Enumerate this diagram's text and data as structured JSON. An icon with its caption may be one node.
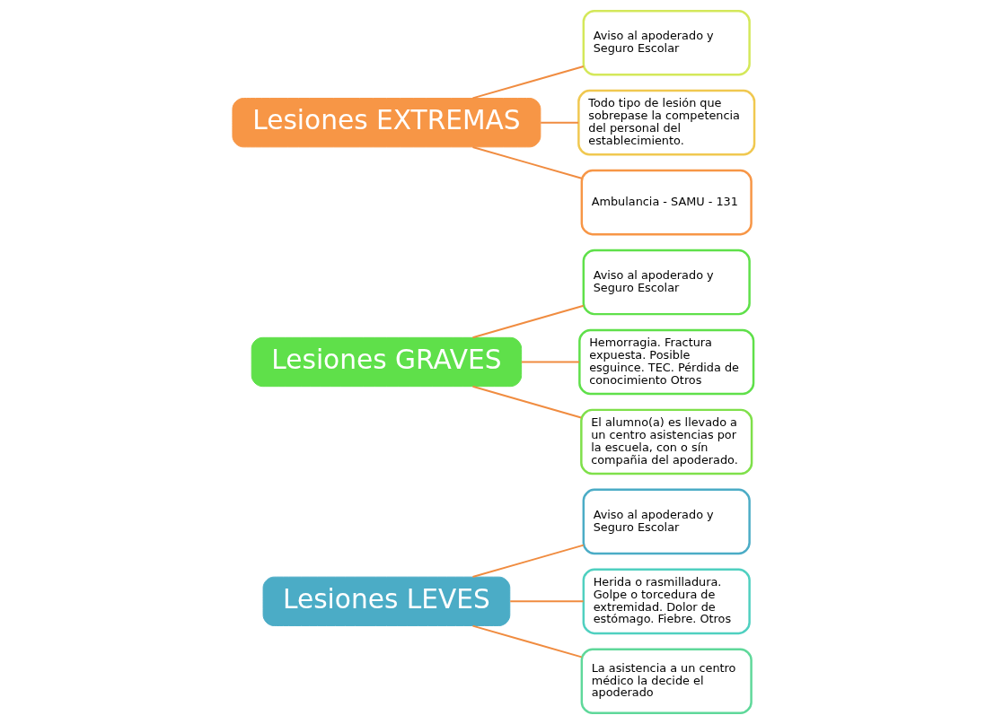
{
  "diagram": {
    "nodes": [
      {
        "text": [
          "Lesiones LEVES"
        ]
      },
      {
        "text": [
          "Aviso al apoderado y Seguro Escolar"
        ]
      },
      {
        "text": [
          "Herida o rasmilladura. Golpe o torcedura de extremidad. Dolor de estómago. Fiebre. Otros"
        ]
      },
      {
        "text": [
          "La asistencia a un centro médico la decide el apoderado"
        ]
      },
      {
        "text": [
          "Lesiones GRAVES"
        ]
      },
      {
        "text": [
          "Aviso al apoderado y Seguro Escolar"
        ]
      },
      {
        "text": [
          "Hemorragia. Fractura expuesta. Posible esguince. TEC. Pérdida de conocimiento Otros"
        ]
      },
      {
        "text": [
          "El alumno(a) es llevado a un centro asistencias por la escuela, con o sín compañia del apoderado."
        ]
      },
      {
        "text": [
          "Lesiones EXTREMAS"
        ]
      },
      {
        "text": [
          "Aviso al apoderado y Seguro Escolar"
        ]
      },
      {
        "text": [
          "Todo tipo de lesión que sobrepase la competencia del personal del establecimiento."
        ]
      },
      {
        "text": [
          "Ambulancia - SAMU - 131"
        ]
      }
    ],
    "edges": [
      {
        "from": 0,
        "to": 1,
        "arrow": "none"
      },
      {
        "from": 0,
        "to": 2,
        "arrow": "none"
      },
      {
        "from": 0,
        "to": 3,
        "arrow": "none"
      },
      {
        "from": 4,
        "to": 5,
        "arrow": "none"
      },
      {
        "from": 4,
        "to": 6,
        "arrow": "none"
      },
      {
        "from": 4,
        "to": 7,
        "arrow": "none"
      },
      {
        "from": 8,
        "to": 9,
        "arrow": "none"
      },
      {
        "from": 8,
        "to": 10,
        "arrow": "none"
      },
      {
        "from": 8,
        "to": 11,
        "arrow": "none"
      }
    ]
  }
}
